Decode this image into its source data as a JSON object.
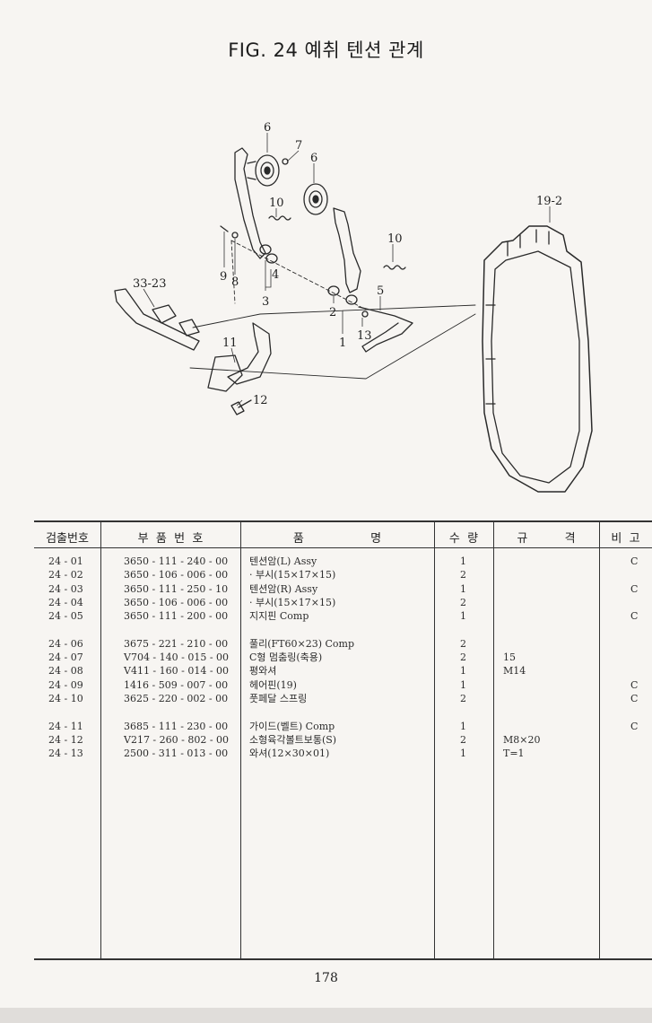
{
  "title": "FIG. 24 예취 텐션 관계",
  "diagram": {
    "callouts": {
      "c6a": "6",
      "c7": "7",
      "c6b": "6",
      "c10a": "10",
      "c10b": "10",
      "c19_2": "19-2",
      "c9": "9",
      "c8": "8",
      "c4": "4",
      "c3": "3",
      "c33_23": "33-23",
      "c5": "5",
      "c2": "2",
      "c13": "13",
      "c1": "1",
      "c11": "11",
      "c12": "12"
    }
  },
  "table": {
    "headers": [
      "검출번호",
      "부  품  번  호",
      "품                  명",
      "수  량",
      "규          격",
      "비  고"
    ],
    "rows": [
      {
        "no": "24 - 01",
        "part": "3650 - 111 - 240 - 00",
        "name": "텐션암(L) Assy",
        "qty": "1",
        "spec": "",
        "note": "C"
      },
      {
        "no": "24 - 02",
        "part": "3650 - 106 - 006 - 00",
        "name": "· 부시(15×17×15)",
        "qty": "2",
        "spec": "",
        "note": ""
      },
      {
        "no": "24 - 03",
        "part": "3650 - 111 - 250 - 10",
        "name": "텐션암(R) Assy",
        "qty": "1",
        "spec": "",
        "note": "C"
      },
      {
        "no": "24 - 04",
        "part": "3650 - 106 - 006 - 00",
        "name": "· 부시(15×17×15)",
        "qty": "2",
        "spec": "",
        "note": ""
      },
      {
        "no": "24 - 05",
        "part": "3650 - 111 - 200 - 00",
        "name": "지지핀 Comp",
        "qty": "1",
        "spec": "",
        "note": "C"
      },
      {
        "no": "",
        "part": "",
        "name": "",
        "qty": "",
        "spec": "",
        "note": ""
      },
      {
        "no": "24 - 06",
        "part": "3675 - 221 - 210 - 00",
        "name": "풀리(FT60×23) Comp",
        "qty": "2",
        "spec": "",
        "note": ""
      },
      {
        "no": "24 - 07",
        "part": "V704 - 140 - 015 - 00",
        "name": "C형 멈춤링(축용)",
        "qty": "2",
        "spec": "15",
        "note": ""
      },
      {
        "no": "24 - 08",
        "part": "V411 - 160 - 014 - 00",
        "name": "평와셔",
        "qty": "1",
        "spec": "M14",
        "note": ""
      },
      {
        "no": "24 - 09",
        "part": "1416 - 509 - 007 - 00",
        "name": "헤어핀(19)",
        "qty": "1",
        "spec": "",
        "note": "C"
      },
      {
        "no": "24 - 10",
        "part": "3625 - 220 - 002 - 00",
        "name": "풋페달 스프링",
        "qty": "2",
        "spec": "",
        "note": "C"
      },
      {
        "no": "",
        "part": "",
        "name": "",
        "qty": "",
        "spec": "",
        "note": ""
      },
      {
        "no": "24 - 11",
        "part": "3685 - 111 - 230 - 00",
        "name": "가이드(벨트) Comp",
        "qty": "1",
        "spec": "",
        "note": "C"
      },
      {
        "no": "24 - 12",
        "part": "V217 - 260 - 802 - 00",
        "name": "소형육각볼트보통(S)",
        "qty": "2",
        "spec": "M8×20",
        "note": ""
      },
      {
        "no": "24 - 13",
        "part": "2500 - 311 - 013 - 00",
        "name": "와셔(12×30×01)",
        "qty": "1",
        "spec": "T=1",
        "note": ""
      }
    ]
  },
  "page_number": "178"
}
